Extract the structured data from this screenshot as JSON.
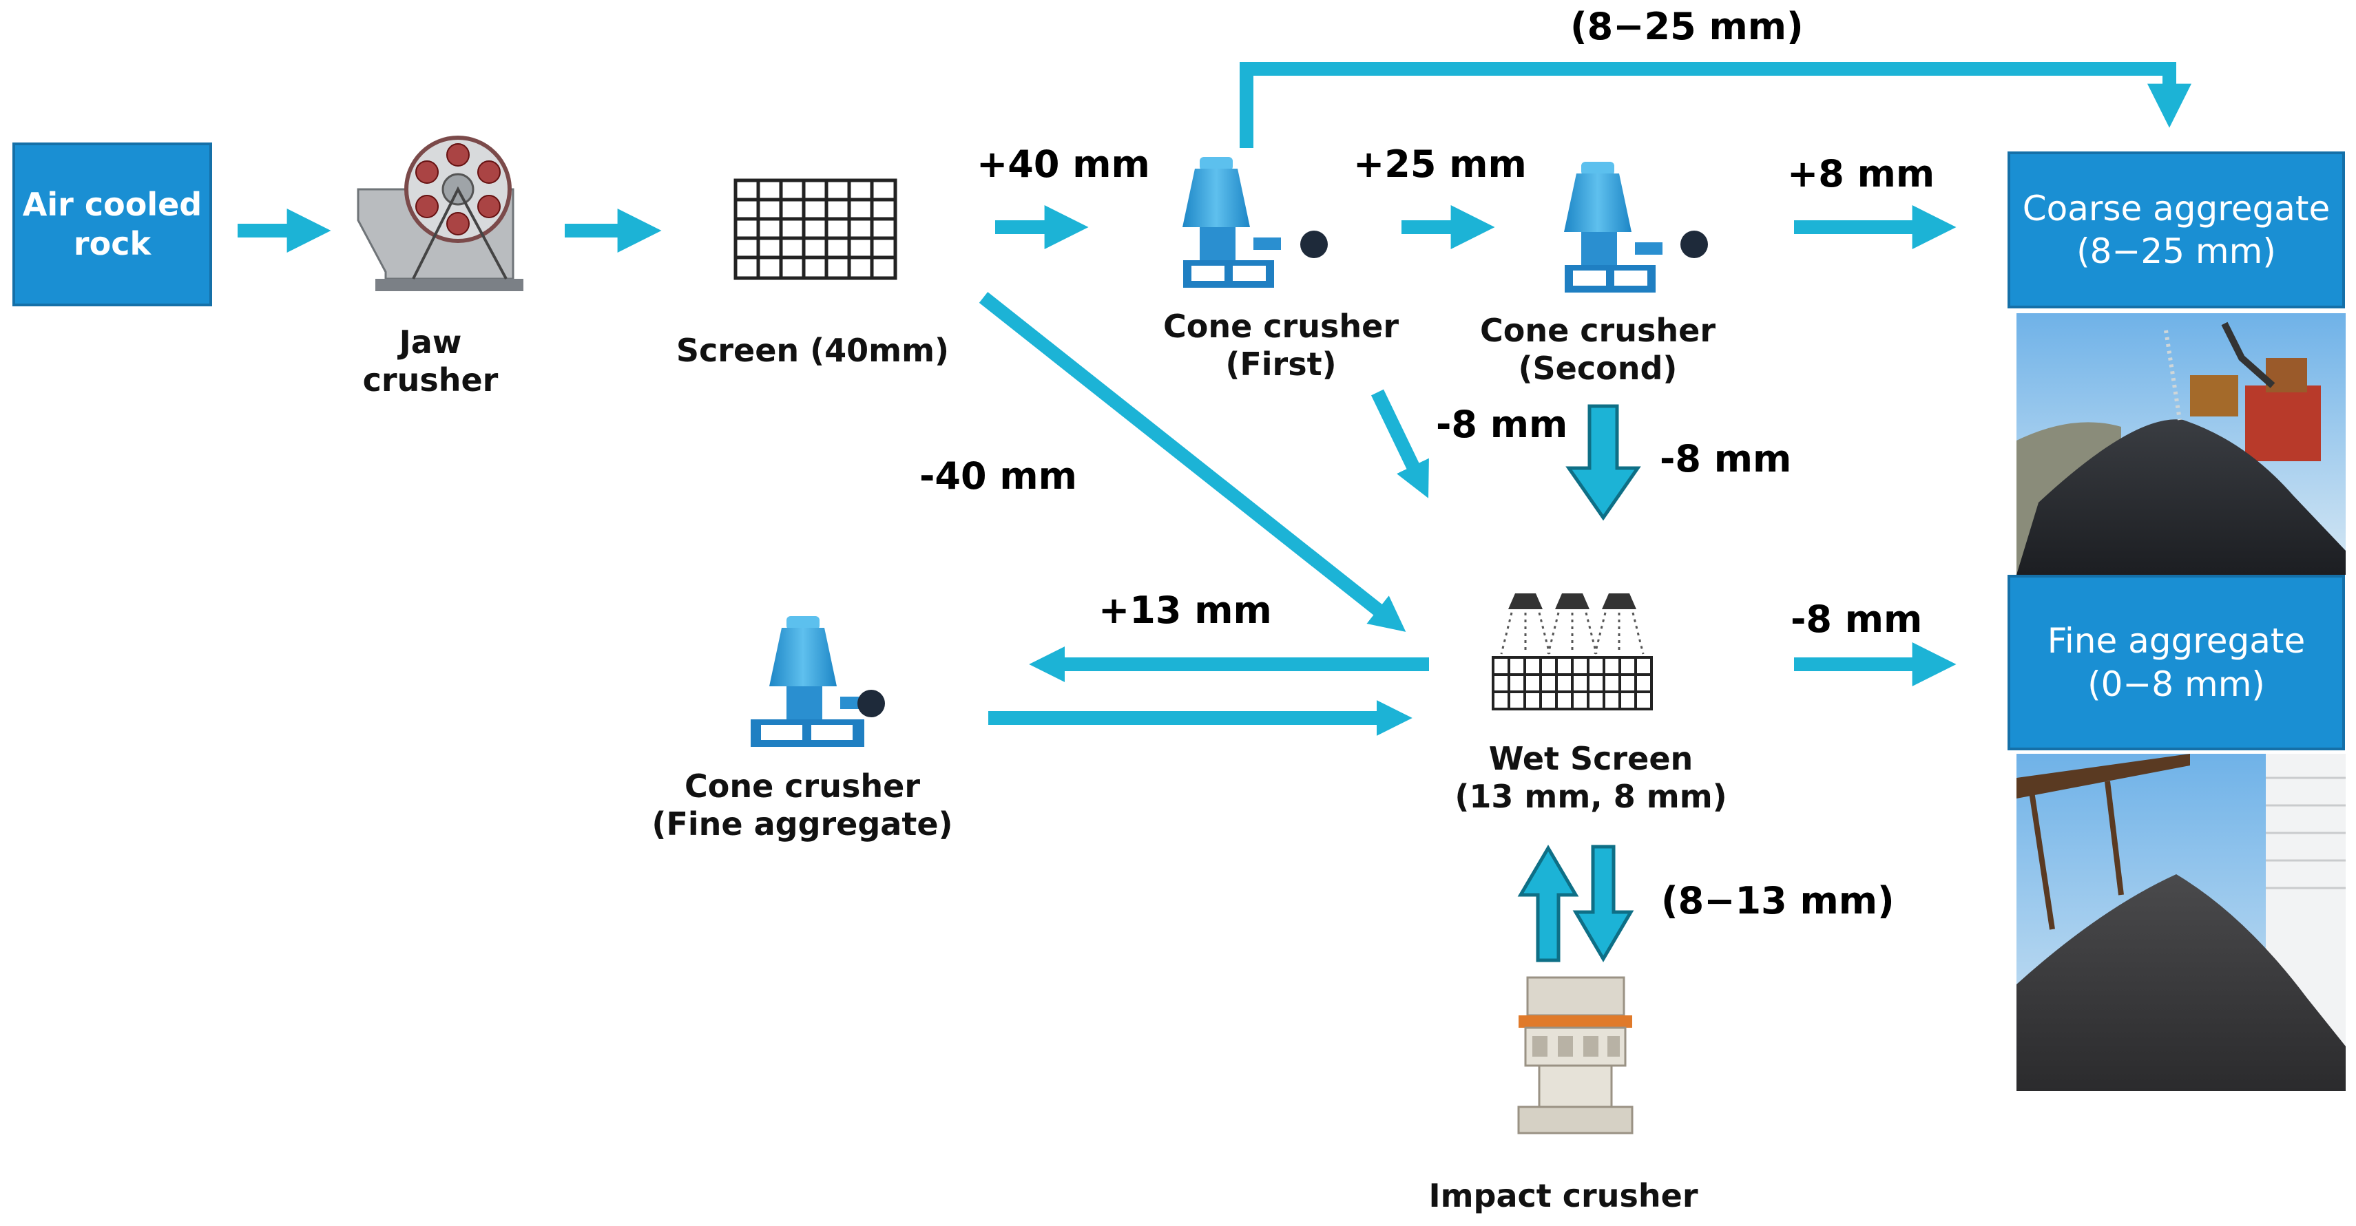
{
  "input_box": {
    "line1": "Air cooled",
    "line2": "rock"
  },
  "jaw_crusher": {
    "line1": "Jaw",
    "line2": "crusher"
  },
  "screen": {
    "label": "Screen (40mm)"
  },
  "cone_first": {
    "line1": "Cone crusher",
    "line2": "(First)"
  },
  "cone_second": {
    "line1": "Cone crusher",
    "line2": "(Second)"
  },
  "cone_fine": {
    "line1": "Cone crusher",
    "line2": "(Fine aggregate)"
  },
  "wet_screen": {
    "line1": "Wet Screen",
    "line2": "(13 mm, 8 mm)"
  },
  "impact_crusher": {
    "label": "Impact crusher"
  },
  "coarse_box": {
    "line1": "Coarse aggregate",
    "line2": "(8−25 mm)"
  },
  "fine_box": {
    "line1": "Fine aggregate",
    "line2": "(0−8 mm)"
  },
  "flows": {
    "top_bypass": "(8−25 mm)",
    "plus40": "+40 mm",
    "plus25": "+25 mm",
    "plus8": "+8 mm",
    "minus40": "-40 mm",
    "minus8_first": "-8 mm",
    "minus8_second": "-8 mm",
    "plus13": "+13 mm",
    "minus8_fine": "-8 mm",
    "impact_range": "(8−13 mm)"
  },
  "colors": {
    "arrow": "#1cb3d6",
    "arrow_outline": "#0e6f86",
    "box_fill": "#1a8fd3",
    "cone_blue": "#3aa7e0"
  }
}
